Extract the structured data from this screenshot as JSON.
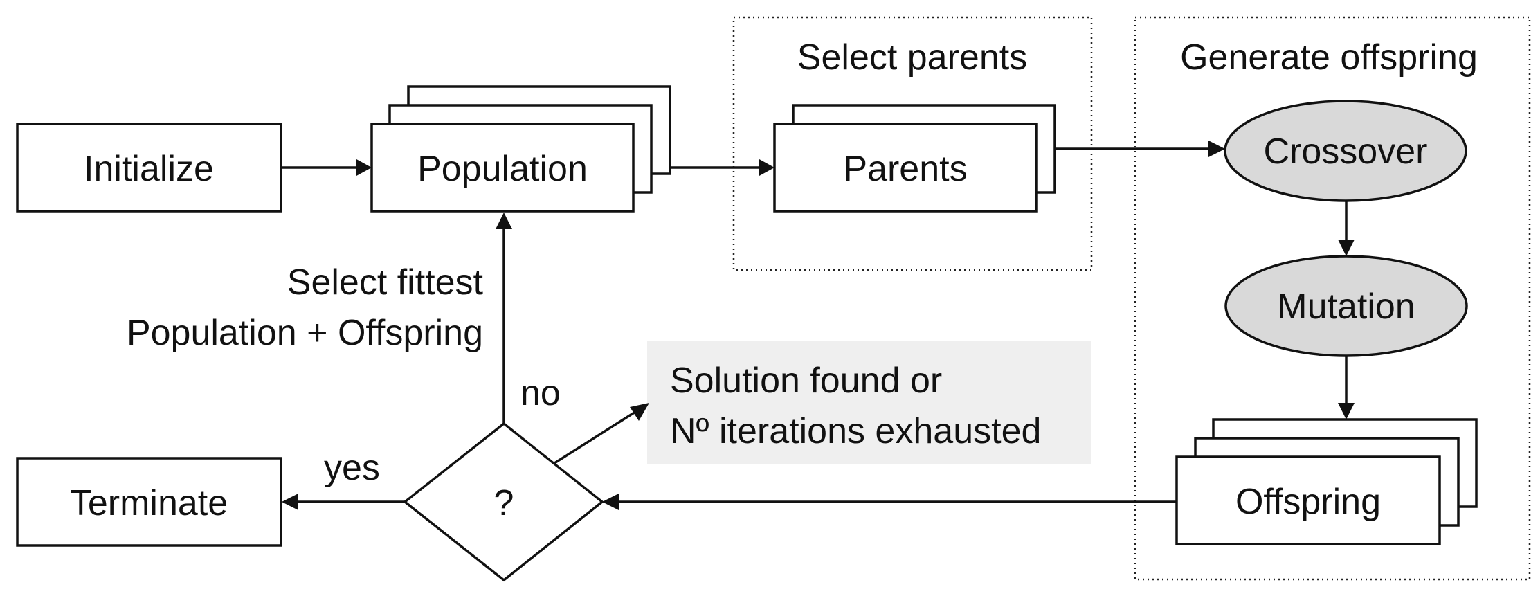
{
  "diagram": {
    "nodes": {
      "initialize": "Initialize",
      "population": "Population",
      "parents": "Parents",
      "crossover": "Crossover",
      "mutation": "Mutation",
      "offspring": "Offspring",
      "terminate": "Terminate",
      "decision": "?"
    },
    "groups": {
      "select_parents": "Select parents",
      "generate_offspring": "Generate offspring"
    },
    "edge_labels": {
      "select_fittest_line1": "Select fittest",
      "select_fittest_line2": "Population + Offspring",
      "no": "no",
      "yes": "yes"
    },
    "callout": {
      "line1": "Solution found or",
      "line2": "Nº iterations exhausted"
    }
  },
  "colors": {
    "oval_fill": "#d9d9d9",
    "callout_bg": "#efefef",
    "stroke": "#111111"
  }
}
